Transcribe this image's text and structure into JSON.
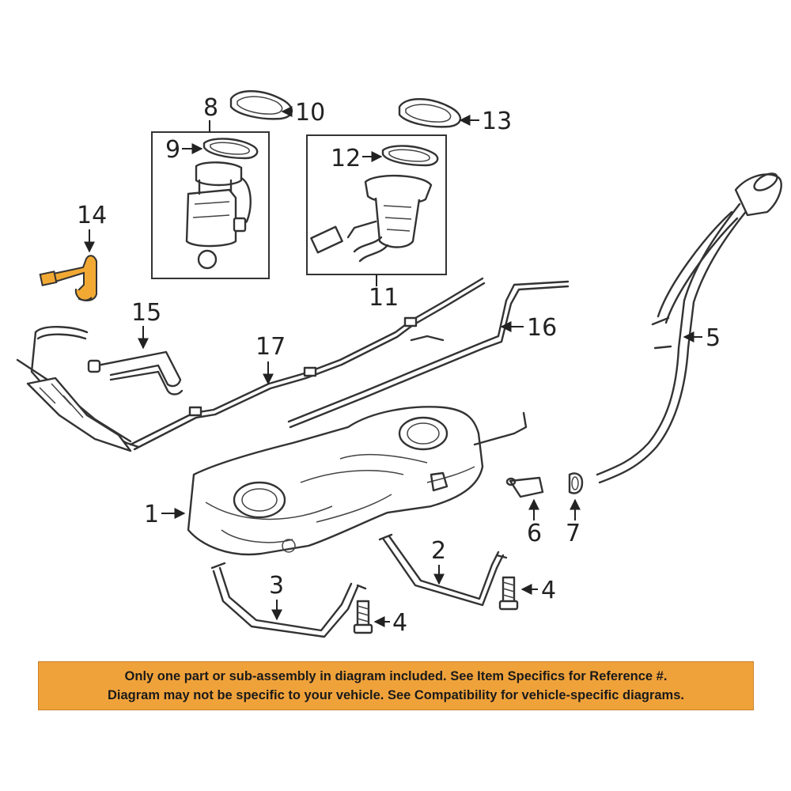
{
  "callouts": {
    "c1": "1",
    "c2": "2",
    "c3": "3",
    "c4a": "4",
    "c4b": "4",
    "c5": "5",
    "c6": "6",
    "c7": "7",
    "c8": "8",
    "c9": "9",
    "c10": "10",
    "c11": "11",
    "c12": "12",
    "c13": "13",
    "c14": "14",
    "c15": "15",
    "c16": "16",
    "c17": "17"
  },
  "highlight_color": "#f2a933",
  "disclaimer": {
    "line1": "Only one part or sub-assembly in diagram included. See Item Specifics for Reference #.",
    "line2": "Diagram may not be specific to your vehicle. See Compatibility for vehicle-specific diagrams.",
    "background": "#f0a23a"
  }
}
